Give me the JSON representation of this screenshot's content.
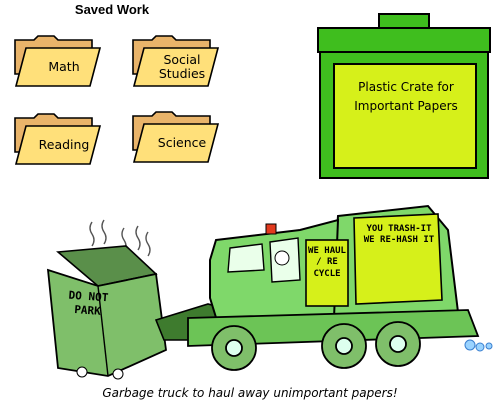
{
  "header": {
    "title": "Saved Work"
  },
  "folders": [
    {
      "label": "Math"
    },
    {
      "label": "Social Studies"
    },
    {
      "label": "Reading"
    },
    {
      "label": "Science"
    }
  ],
  "crate": {
    "label": "Plastic Crate for Important Papers",
    "color": "#3fbe1e",
    "label_bg": "#d6f01a"
  },
  "truck": {
    "dumpster_sign": "DO NOT PARK",
    "door_sign": "WE HAUL / RE CYCLE",
    "box_sign": "YOU TRASH-IT WE RE-HASH IT",
    "color": "#7fd86a"
  },
  "caption": "Garbage truck to haul away unimportant papers!"
}
